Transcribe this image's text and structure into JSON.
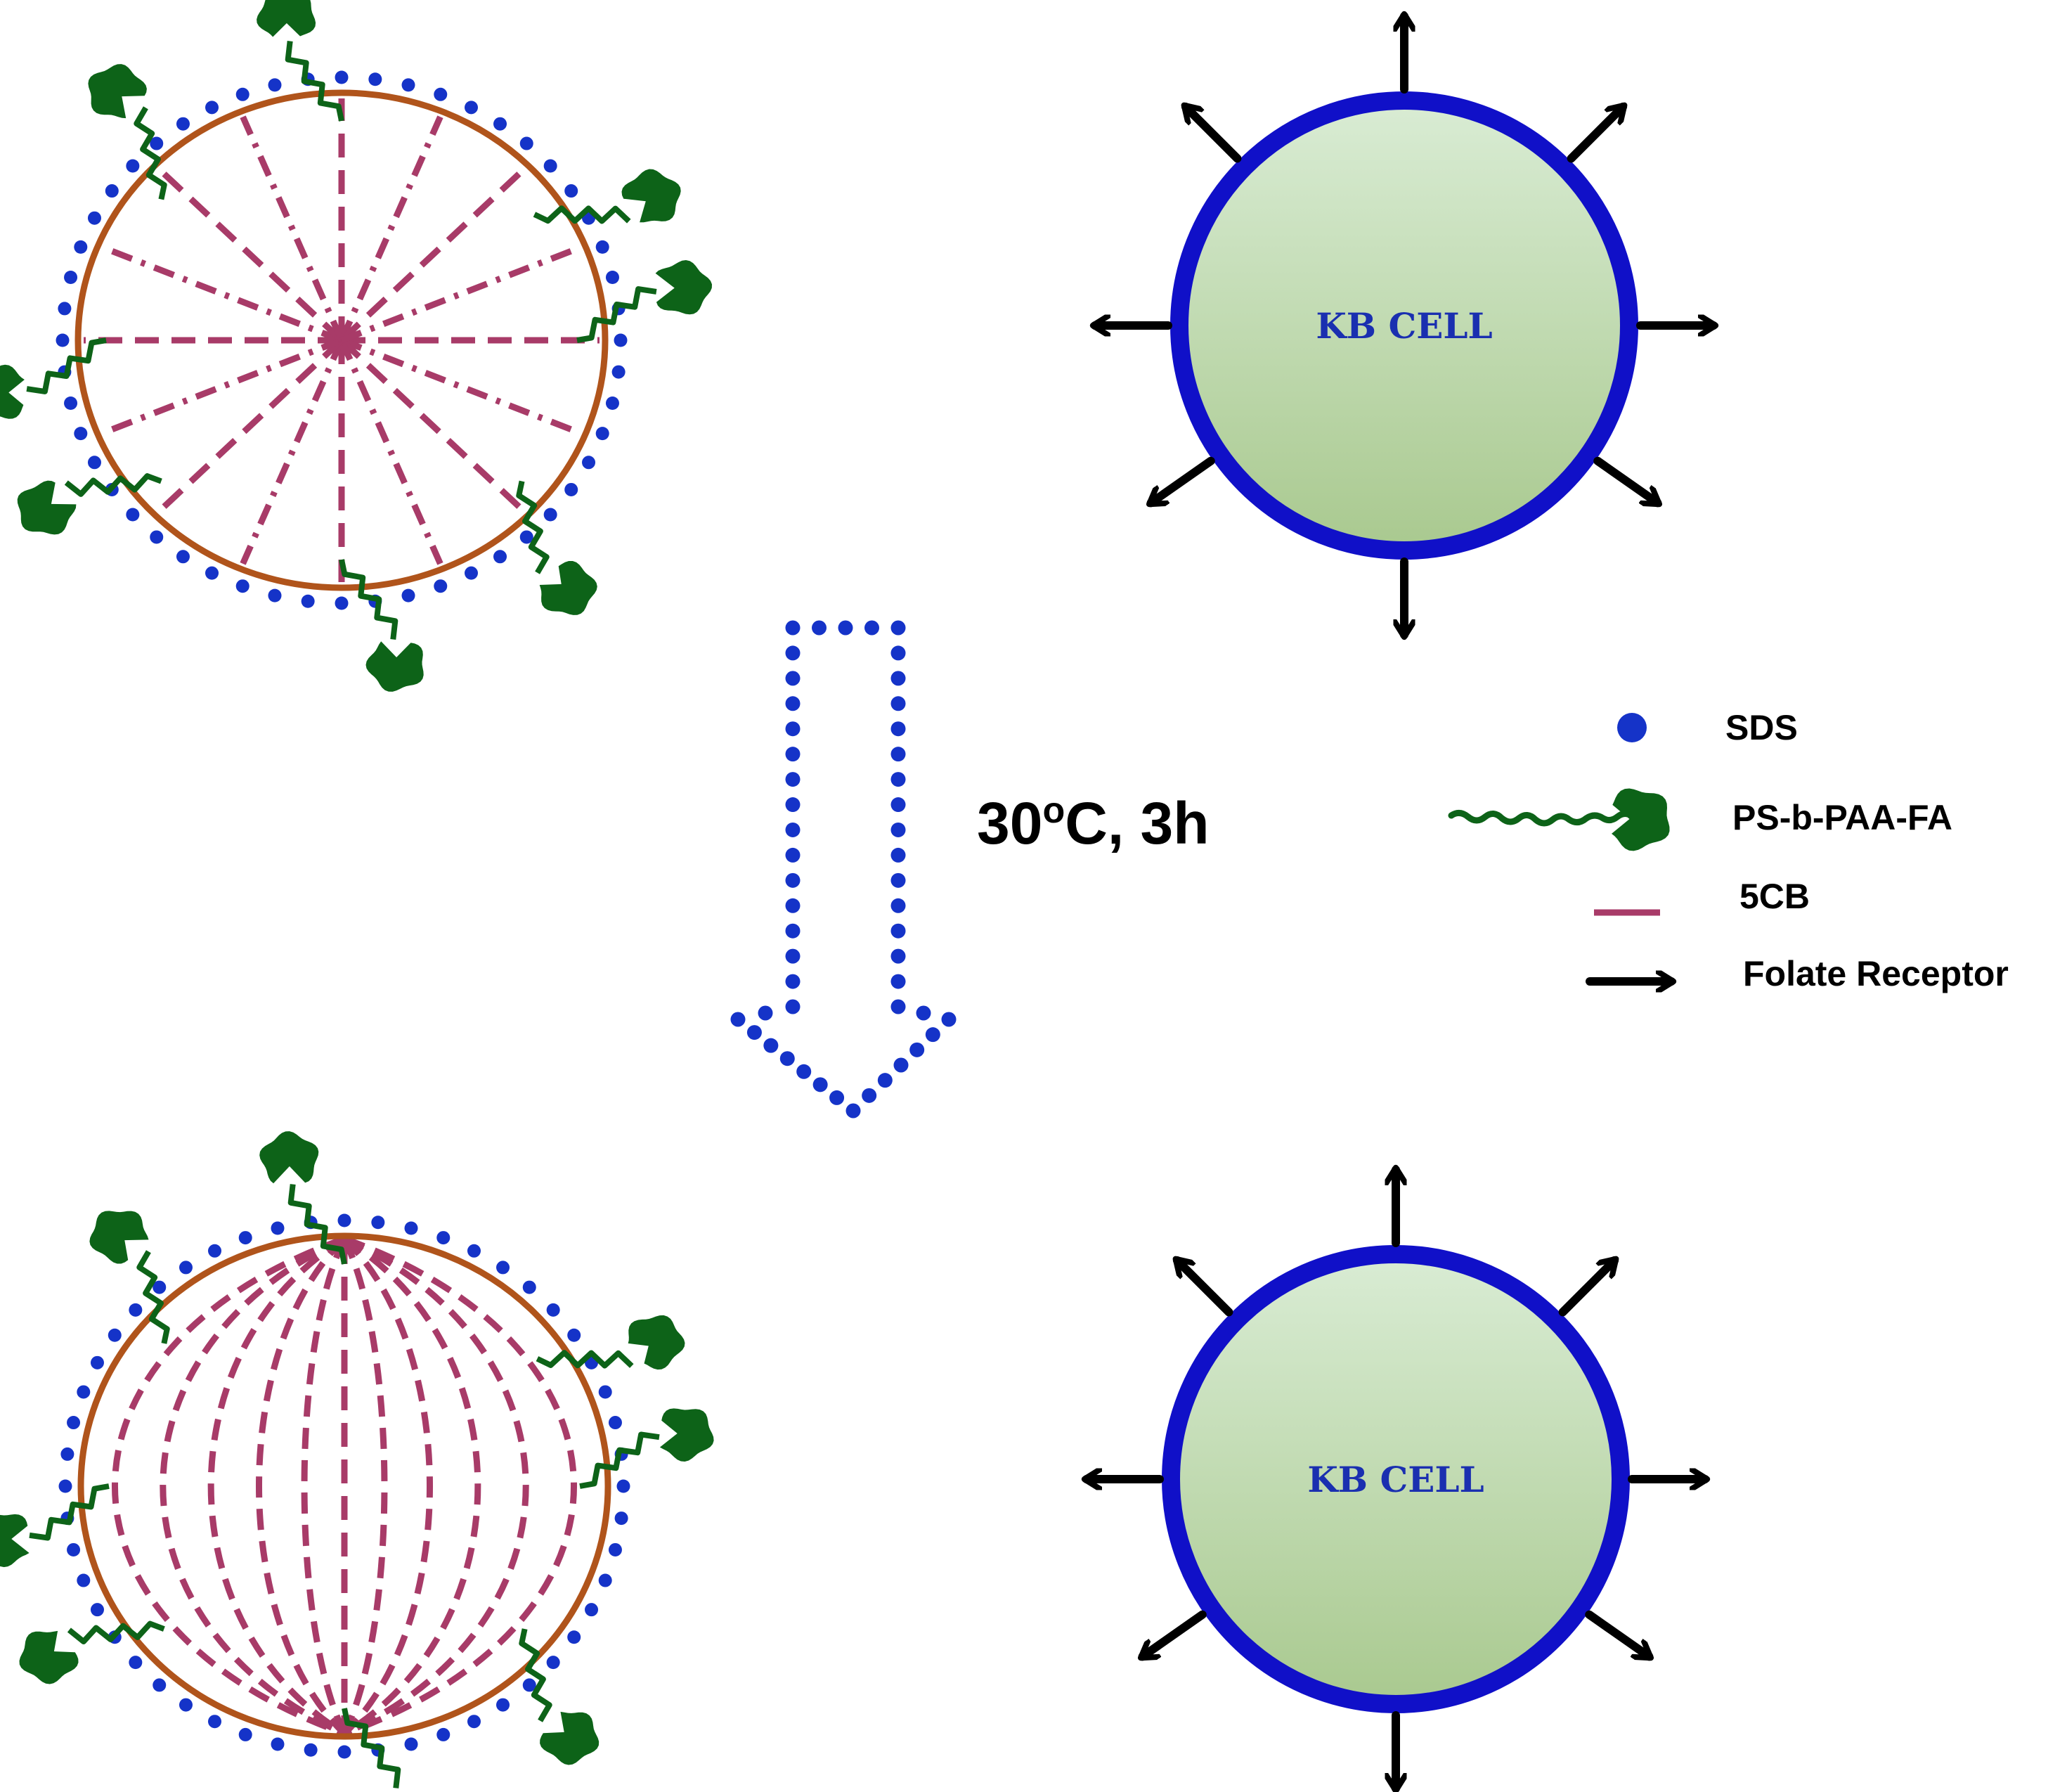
{
  "cells": [
    {
      "label": "KB CELL"
    },
    {
      "label": "KB CELL"
    }
  ],
  "condition": {
    "main": "30",
    "superscript": "o",
    "rest": "C, 3h"
  },
  "legend": [
    {
      "label": "SDS",
      "icon": "blue-dot-icon"
    },
    {
      "label": "PS-b-PAA-FA",
      "icon": "polymer-folate-icon"
    },
    {
      "label": "5CB",
      "icon": "mauve-dash-icon"
    },
    {
      "label": "Folate Receptor",
      "icon": "black-arrow-icon"
    }
  ],
  "colors": {
    "sds_dot": "#1533c8",
    "shell": "#b0541b",
    "lc_5cb": "#a83b68",
    "polymer": "#0d6318",
    "cell_border": "#1010c8",
    "cell_fill_top": "#d9ecd4",
    "cell_fill_bottom": "#a9c98f",
    "receptor_arrow": "#000000",
    "cell_label": "#1a2fb0"
  }
}
